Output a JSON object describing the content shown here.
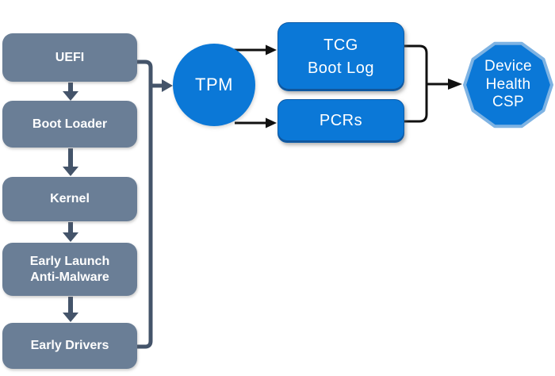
{
  "diagram": {
    "title_hint": "Measured boot flow to Device Health CSP",
    "colors": {
      "background": "#FFFFFF",
      "gray_box_fill": "#6A7E96",
      "blue_fill": "#0B78D7",
      "slate_connector": "#44546A",
      "black_connector": "#111111",
      "decagon_border": "#7EB3E3",
      "label_text": "#FFFFFF"
    },
    "boot_chain": [
      {
        "id": "uefi",
        "label": "UEFI"
      },
      {
        "id": "boot-loader",
        "label": "Boot Loader"
      },
      {
        "id": "kernel",
        "label": "Kernel"
      },
      {
        "id": "early-launch-anti-malware",
        "label": "Early Launch\nAnti-Malware"
      },
      {
        "id": "early-drivers",
        "label": "Early Drivers"
      }
    ],
    "tpm": {
      "label": "TPM"
    },
    "outputs": [
      {
        "id": "tcg-boot-log",
        "label": "TCG\nBoot Log"
      },
      {
        "id": "pcrs",
        "label": "PCRs"
      }
    ],
    "sink": {
      "id": "device-health-csp",
      "label": "Device\nHealth\nCSP"
    }
  }
}
